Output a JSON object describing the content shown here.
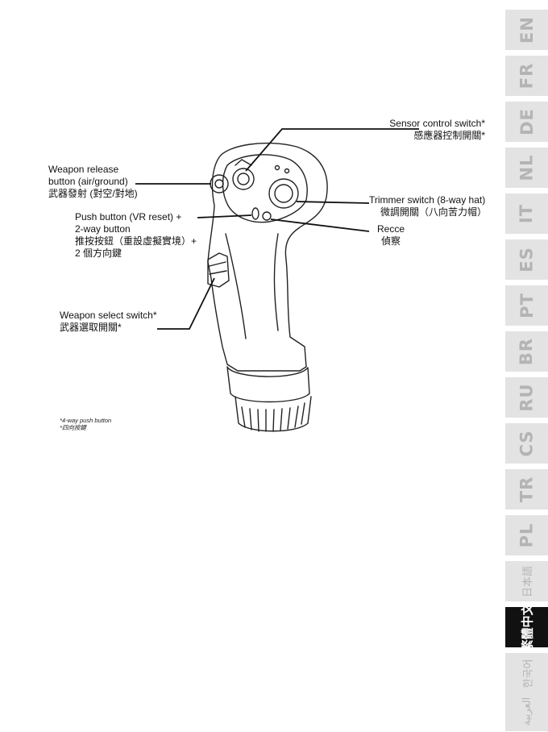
{
  "labels": {
    "sensor": {
      "en": "Sensor control switch*",
      "zh": "感應器控制開關*"
    },
    "weapon_release": {
      "en1": "Weapon release",
      "en2": "button (air/ground)",
      "zh": "武器發射 (對空/對地)"
    },
    "trimmer": {
      "en": "Trimmer switch (8-way hat)",
      "zh": "微調開關（八向苦力帽）"
    },
    "push_button": {
      "en1": "Push button (VR reset) +",
      "en2": "2-way button",
      "zh1": "推按按鈕（重設虛擬實境）+",
      "zh2": "2 個方向鍵"
    },
    "recce": {
      "en": "Recce",
      "zh": "偵察"
    },
    "weapon_select": {
      "en": "Weapon select switch*",
      "zh": "武器選取開關*"
    }
  },
  "footnote": {
    "en": "*4-way push button",
    "zh": "*四向按鍵"
  },
  "language_tabs": [
    {
      "label": "EN"
    },
    {
      "label": "FR"
    },
    {
      "label": "DE"
    },
    {
      "label": "NL"
    },
    {
      "label": "IT"
    },
    {
      "label": "ES"
    },
    {
      "label": "PT"
    },
    {
      "label": "BR"
    },
    {
      "label": "RU"
    },
    {
      "label": "CS"
    },
    {
      "label": "TR"
    },
    {
      "label": "PL"
    },
    {
      "label": "日本語"
    },
    {
      "label": "繁體中文",
      "active": true
    },
    {
      "label": "한국어"
    },
    {
      "label": "العربية"
    }
  ],
  "colors": {
    "tab_bg": "#e3e3e3",
    "tab_text": "#b4b4b4",
    "tab_active_bg": "#111111",
    "tab_active_text": "#ffffff"
  }
}
